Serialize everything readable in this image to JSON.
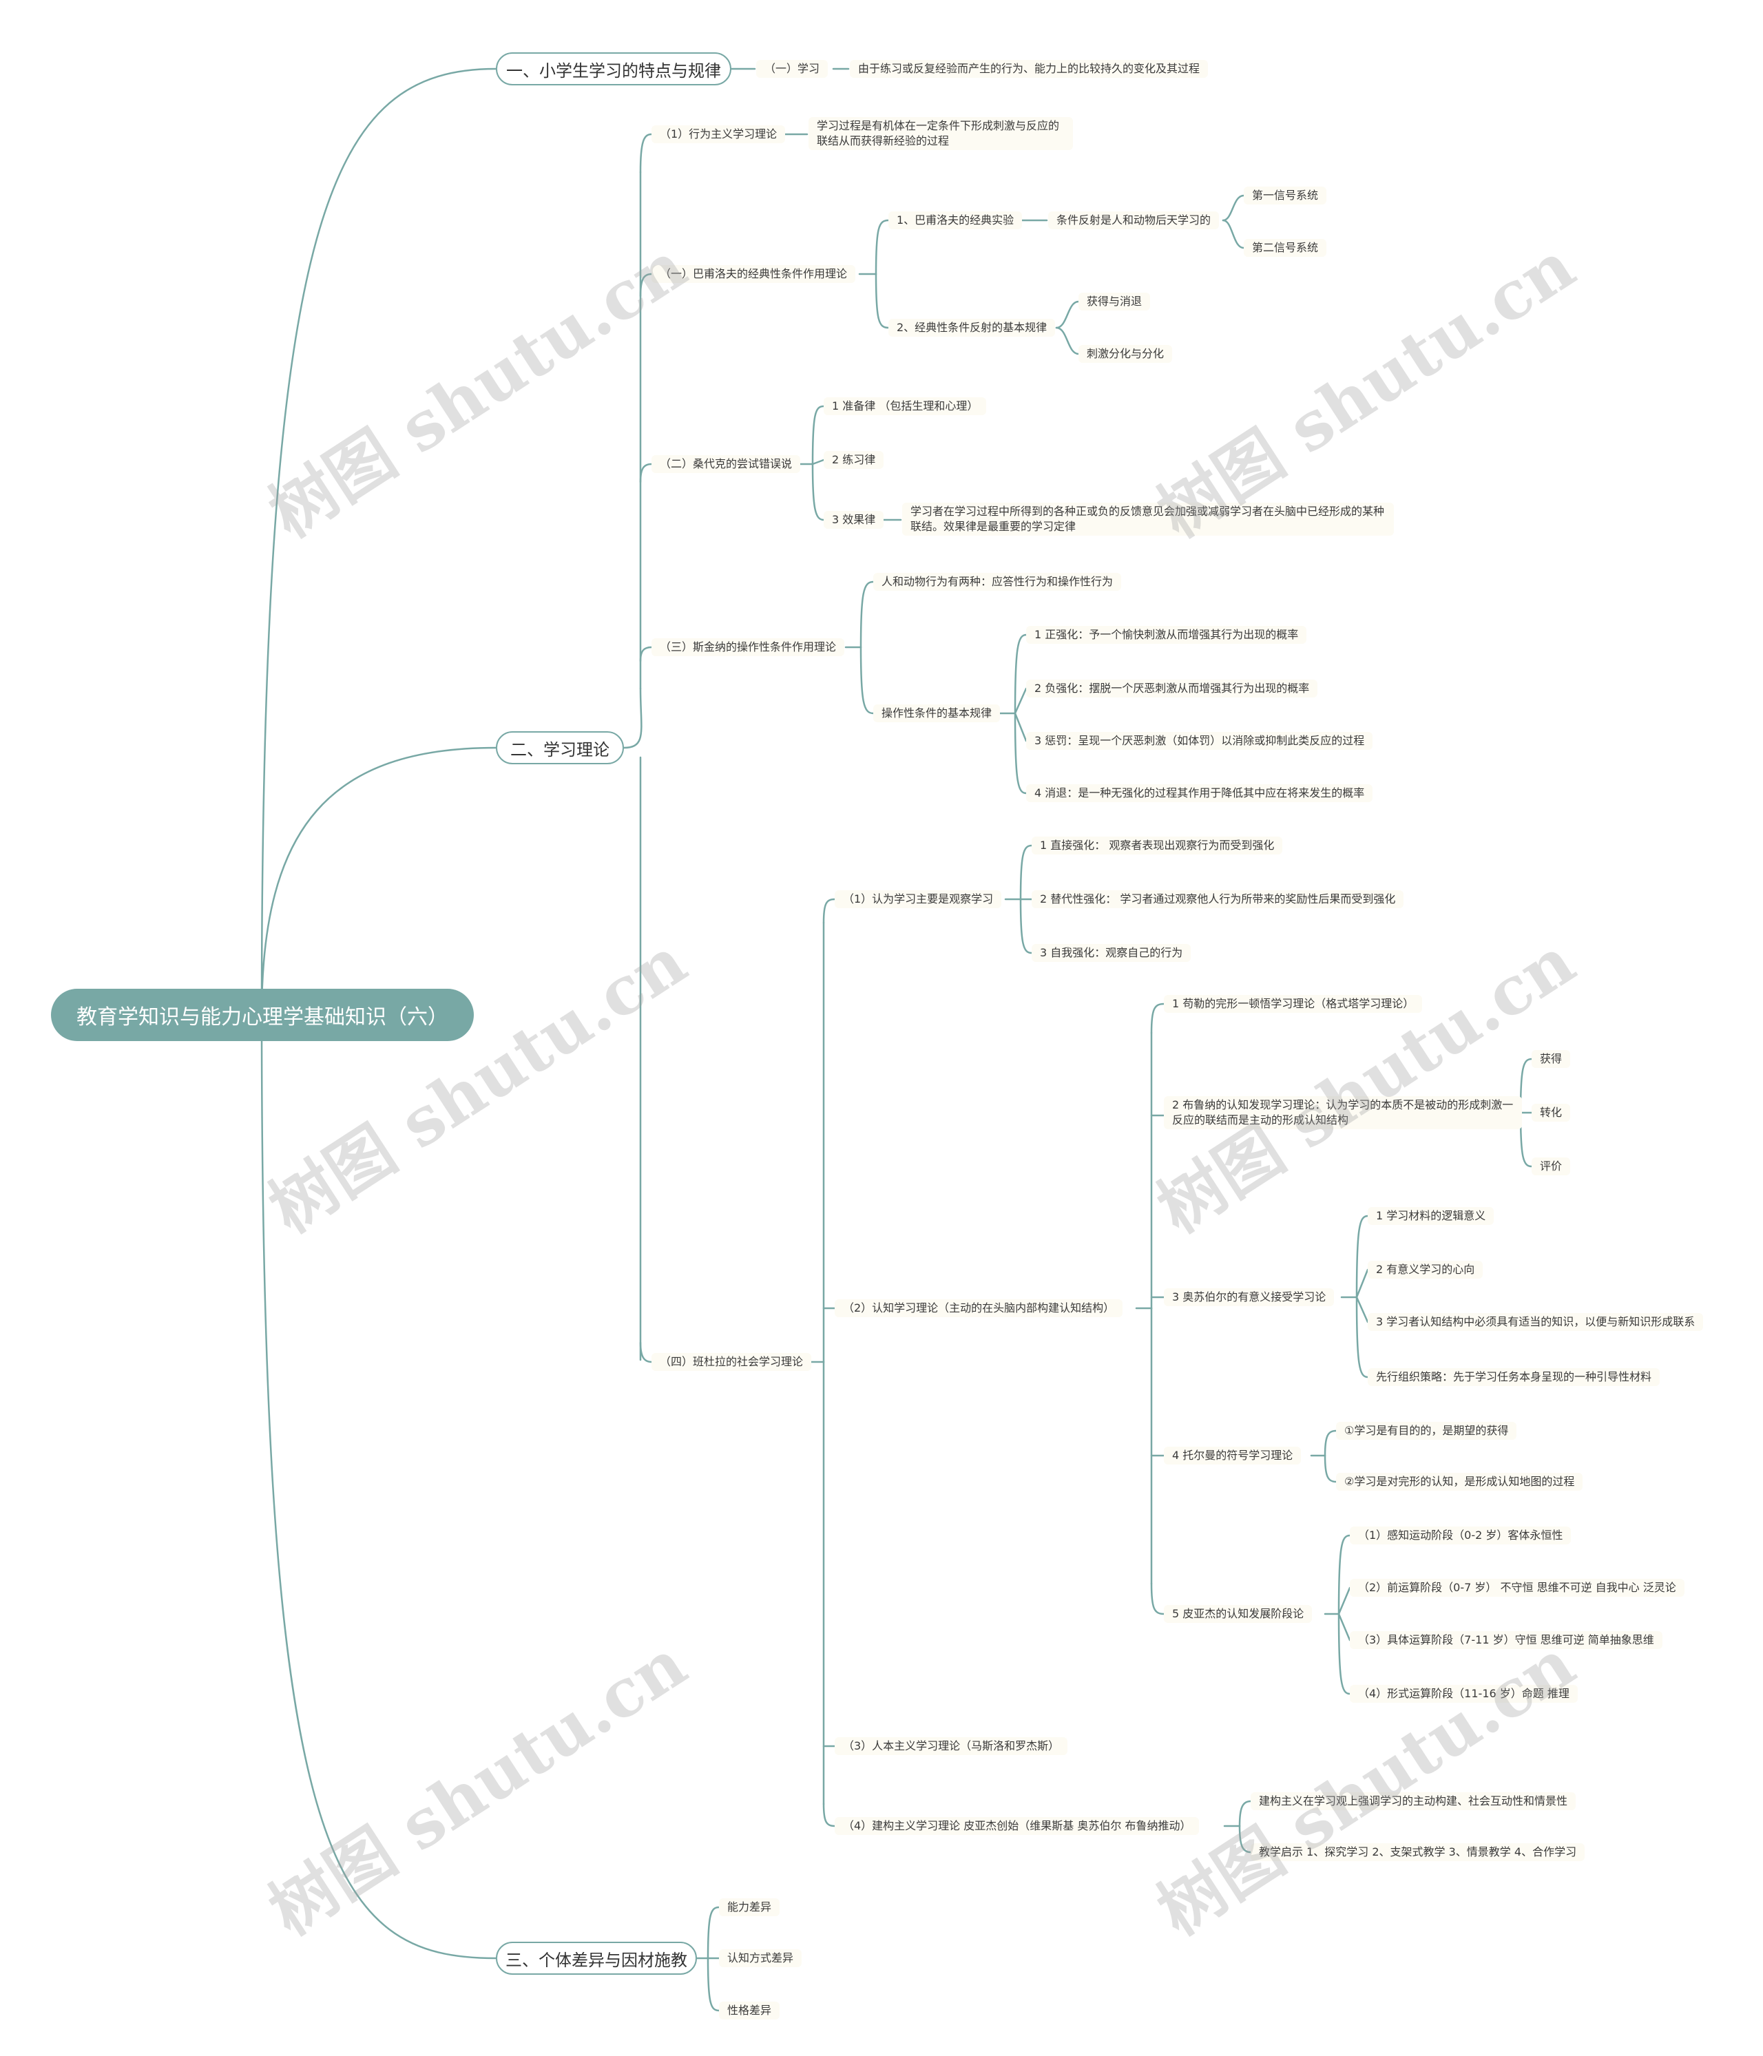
{
  "root": "教育学知识与能力心理学基础知识（六）",
  "sections": {
    "s1": {
      "title": "一、小学生学习的特点与规律",
      "learning": "（一）学习",
      "learning_def": "由于练习或反复经验而产生的行为、能力上的比较持久的变化及其过程"
    },
    "s2": {
      "title": "二、学习理论",
      "behaviorism": "（1）行为主义学习理论",
      "behaviorism_def": "学习过程是有机体在一定条件下形成刺激与反应的联结从而获得新经验的过程",
      "pavlov": {
        "title": "（一）巴甫洛夫的经典性条件作用理论",
        "experiment": "1、巴甫洛夫的经典实验",
        "conditioned_reflex": "条件反射是人和动物后天学习的",
        "signal1": "第一信号系统",
        "signal2": "第二信号系统",
        "laws": "2、经典性条件反射的基本规律",
        "law1": "获得与消退",
        "law2": "刺激分化与分化"
      },
      "thorndike": {
        "title": "（二）桑代克的尝试错误说",
        "law1": "1 准备律 （包括生理和心理）",
        "law2": "2 练习律",
        "law3": "3 效果律",
        "law3_def": "学习者在学习过程中所得到的各种正或负的反馈意见会加强或减弱学习者在头脑中已经形成的某种联结。效果律是最重要的学习定律"
      },
      "skinner": {
        "title": "（三）斯金纳的操作性条件作用理论",
        "behaviors": "人和动物行为有两种：应答性行为和操作性行为",
        "laws": "操作性条件的基本规律",
        "law1": "1 正强化：予一个愉快刺激从而增强其行为出现的概率",
        "law2": "2 负强化：摆脱一个厌恶刺激从而增强其行为出现的概率",
        "law3": "3 惩罚：呈现一个厌恶刺激（如体罚）以消除或抑制此类反应的过程",
        "law4": "4 消退：是一种无强化的过程其作用于降低其中应在将来发生的概率"
      },
      "bandura": {
        "title": "（四）班杜拉的社会学习理论",
        "observe": {
          "title": "（1）认为学习主要是观察学习",
          "r1": "1 直接强化： 观察者表现出观察行为而受到强化",
          "r2": "2 替代性强化： 学习者通过观察他人行为所带来的奖励性后果而受到强化",
          "r3": "3 自我强化：观察自己的行为"
        },
        "cognitive": {
          "title": "（2）认知学习理论（主动的在头脑内部构建认知结构）",
          "kohler": "1 苟勒的完形一顿悟学习理论（格式塔学习理论）",
          "bruner": "2 布鲁纳的认知发现学习理论：认为学习的本质不是被动的形成刺激一反应的联结而是主动的形成认知结构",
          "bruner_1": "获得",
          "bruner_2": "转化",
          "bruner_3": "评价",
          "ausubel": "3 奥苏伯尔的有意义接受学习论",
          "ausubel_1": "1 学习材料的逻辑意义",
          "ausubel_2": "2 有意义学习的心向",
          "ausubel_3": "3 学习者认知结构中必须具有适当的知识，以便与新知识形成联系",
          "ausubel_4": "先行组织策略：先于学习任务本身呈现的一种引导性材料",
          "tolman": "4 托尔曼的符号学习理论",
          "tolman_1": "①学习是有目的的，是期望的获得",
          "tolman_2": "②学习是对完形的认知，是形成认知地图的过程",
          "piaget": "5 皮亚杰的认知发展阶段论",
          "piaget_1": "（1）感知运动阶段（0-2 岁）客体永恒性",
          "piaget_2": "（2）前运算阶段（0-7 岁） 不守恒 思维不可逆 自我中心 泛灵论",
          "piaget_3": "（3）具体运算阶段（7-11 岁）守恒 思维可逆 简单抽象思维",
          "piaget_4": "（4）形式运算阶段（11-16 岁）命题 推理"
        },
        "humanism": "（3）人本主义学习理论（马斯洛和罗杰斯）",
        "constructivism": {
          "title": "（4）建构主义学习理论 皮亚杰创始（维果斯基 奥苏伯尔 布鲁纳推动）",
          "c1": "建构主义在学习观上强调学习的主动构建、社会互动性和情景性",
          "c2": "教学启示 1、探究学习 2、支架式教学 3、情景教学 4、合作学习"
        }
      }
    },
    "s3": {
      "title": "三、个体差异与因材施教",
      "d1": "能力差异",
      "d2": "认知方式差异",
      "d3": "性格差异"
    }
  },
  "watermark": "树图 shutu.cn",
  "colors": {
    "line": "#78a8a5",
    "root_bg": "#78a8a5",
    "node_bg": "#fdfbf3"
  }
}
